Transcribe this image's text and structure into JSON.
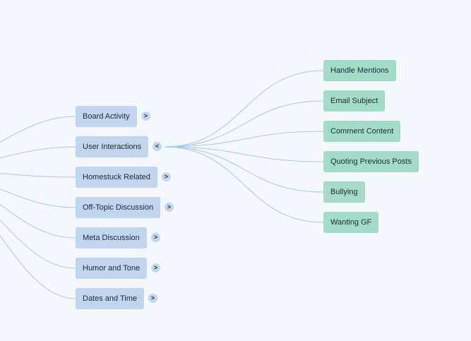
{
  "colors": {
    "category_fill": "#bfd6ee",
    "leaf_fill": "#a3dcc8",
    "toggle_fill": "#c3d8ef",
    "link_color": "#a9c7e6",
    "background": "#f4f8fd"
  },
  "categories": [
    {
      "label": "Board Activity",
      "toggle": ">"
    },
    {
      "label": "User Interactions",
      "toggle": "<"
    },
    {
      "label": "Homestuck Related",
      "toggle": ">"
    },
    {
      "label": "Off-Topic Discussion",
      "toggle": ">"
    },
    {
      "label": "Meta Discussion",
      "toggle": ">"
    },
    {
      "label": "Humor and Tone",
      "toggle": ">"
    },
    {
      "label": "Dates and Time",
      "toggle": ">"
    }
  ],
  "expanded_category": "User Interactions",
  "children": [
    {
      "label": "Handle Mentions"
    },
    {
      "label": "Email Subject"
    },
    {
      "label": "Comment Content"
    },
    {
      "label": "Quoting Previous Posts"
    },
    {
      "label": "Bullying"
    },
    {
      "label": "Wanting GF"
    }
  ]
}
